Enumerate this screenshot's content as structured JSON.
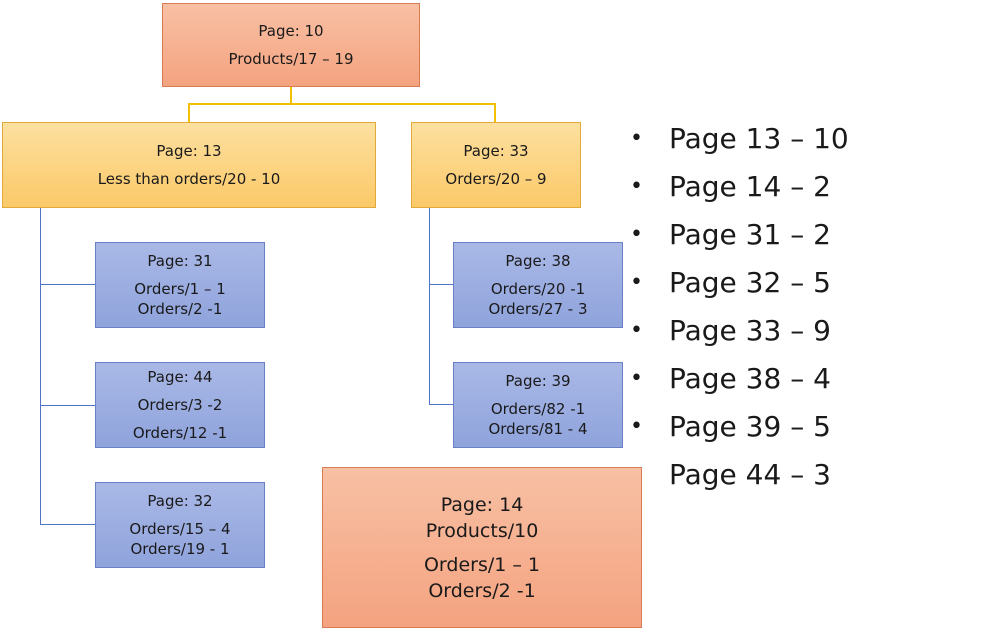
{
  "root": {
    "page": "Page: 10",
    "lines": [
      "Products/17 – 19"
    ]
  },
  "left_mid": {
    "page": "Page: 13",
    "lines": [
      "Less than orders/20 - 10"
    ]
  },
  "right_mid": {
    "page": "Page: 33",
    "lines": [
      "Orders/20 – 9"
    ]
  },
  "leaf_31": {
    "page": "Page: 31",
    "lines": [
      "Orders/1 – 1",
      "Orders/2 -1"
    ]
  },
  "leaf_44": {
    "page": "Page: 44",
    "lines": [
      "Orders/3 -2",
      "Orders/12 -1"
    ]
  },
  "leaf_32": {
    "page": "Page: 32",
    "lines": [
      "Orders/15 – 4",
      "Orders/19 - 1"
    ]
  },
  "leaf_38": {
    "page": "Page: 38",
    "lines": [
      "Orders/20 -1",
      "Orders/27 - 3"
    ]
  },
  "leaf_39": {
    "page": "Page: 39",
    "lines": [
      "Orders/82 -1",
      "Orders/81 - 4"
    ]
  },
  "page14": {
    "lines": [
      "Page: 14",
      "Products/10",
      "Orders/1 – 1",
      "Orders/2 -1"
    ]
  },
  "bullets": [
    "Page 13 – 10",
    "Page 14 – 2",
    "Page 31 – 2",
    "Page 32 – 5",
    "Page 33 – 9",
    "Page 38 – 4",
    "Page 39 – 5",
    "Page 44 – 3"
  ],
  "colors": {
    "salmon": "#f4a380",
    "gold": "#fbc968",
    "blue": "#8fa3dc",
    "connector_blue": "#4f74c8",
    "connector_gold": "#f2c000"
  }
}
